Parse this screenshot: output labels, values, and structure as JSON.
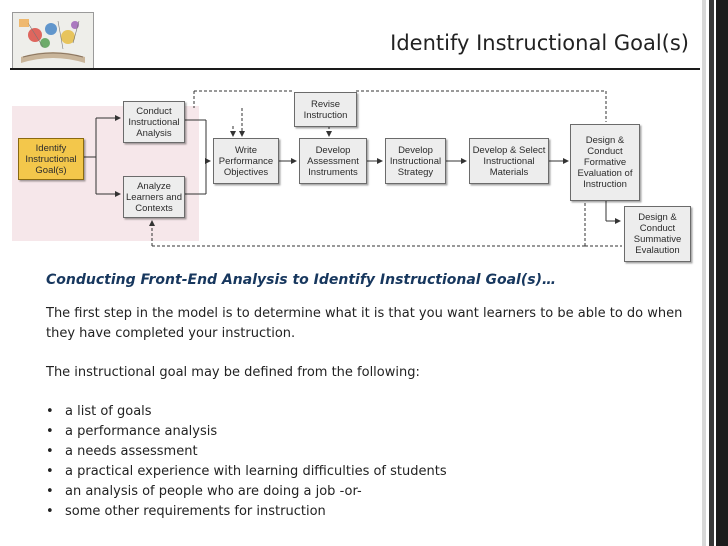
{
  "slide": {
    "title": "Identify Instructional Goal(s)"
  },
  "diagram": {
    "boxes": {
      "identify": "Identify\nInstructional\nGoal(s)",
      "conduct": "Conduct\nInstructional\nAnalysis",
      "analyze": "Analyze\nLearners and\nContexts",
      "write": "Write\nPerformance\nObjectives",
      "assessment": "Develop\nAssessment\nInstruments",
      "strategy": "Develop\nInstructional\nStrategy",
      "materials": "Develop & Select\nInstructional\nMaterials",
      "revise": "Revise\nInstruction",
      "formative": "Design &\nConduct\nFormative\nEvaluation of\nInstruction",
      "summative": "Design &\nConduct\nSummative\nEvalaution"
    }
  },
  "content": {
    "heading": "Conducting Front-End Analysis to Identify Instructional Goal(s)…",
    "intro": "The first step in the model is to determine what it is that you want learners to be able to do when they have completed your instruction.",
    "lead": "The instructional goal may be defined from the following:",
    "bullets": [
      "a list of goals",
      "a performance analysis",
      "a needs assessment",
      "a practical experience with learning difficulties of students",
      "an analysis of people who are doing a job -or-",
      "some other requirements for instruction"
    ]
  }
}
